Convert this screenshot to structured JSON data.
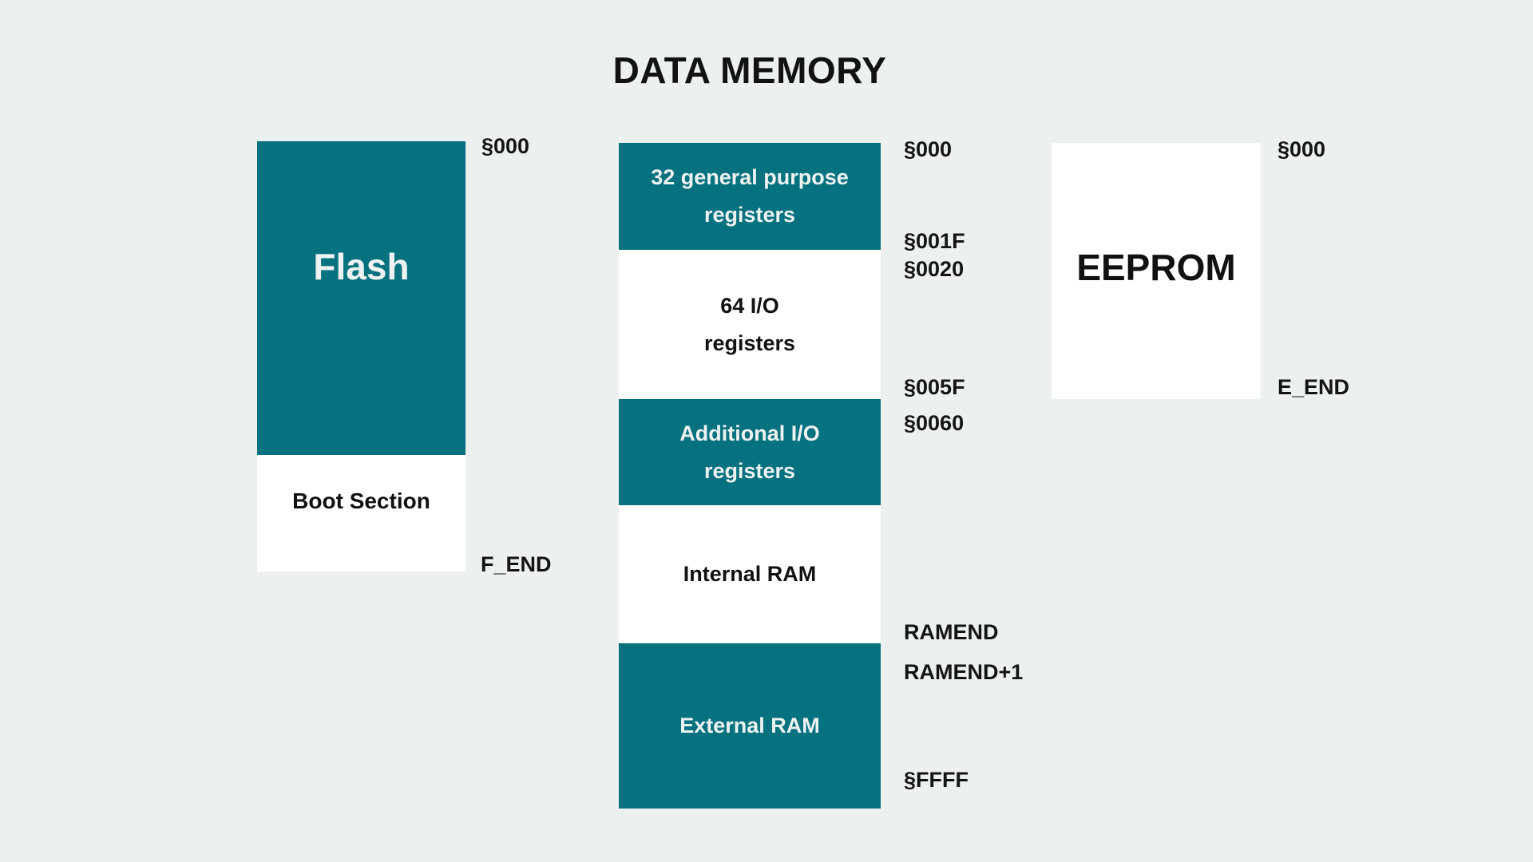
{
  "title": "DATA MEMORY",
  "colors": {
    "background": "#ecf1ef",
    "teal": "#06717f",
    "block_white": "#ffffff",
    "text_dark": "#121212",
    "text_light": "#eef2f1"
  },
  "blocks": {
    "flash": "Flash",
    "boot": "Boot Section",
    "gp_registers": "32 general purpose\nregisters",
    "io_registers": "64 I/O\nregisters",
    "additional_io": "Additional I/O\nregisters",
    "internal_ram": "Internal RAM",
    "external_ram": "External RAM",
    "eeprom": "EEPROM"
  },
  "addresses": {
    "flash_start": "§000",
    "flash_end": "F_END",
    "dm_start": "§000",
    "dm_001f": "§001F",
    "dm_0020": "§0020",
    "dm_005f": "§005F",
    "dm_0060": "§0060",
    "ramend": "RAMEND",
    "ramend_plus1": "RAMEND+1",
    "dm_ffff": "§FFFF",
    "eeprom_start": "§000",
    "eeprom_end": "E_END"
  }
}
